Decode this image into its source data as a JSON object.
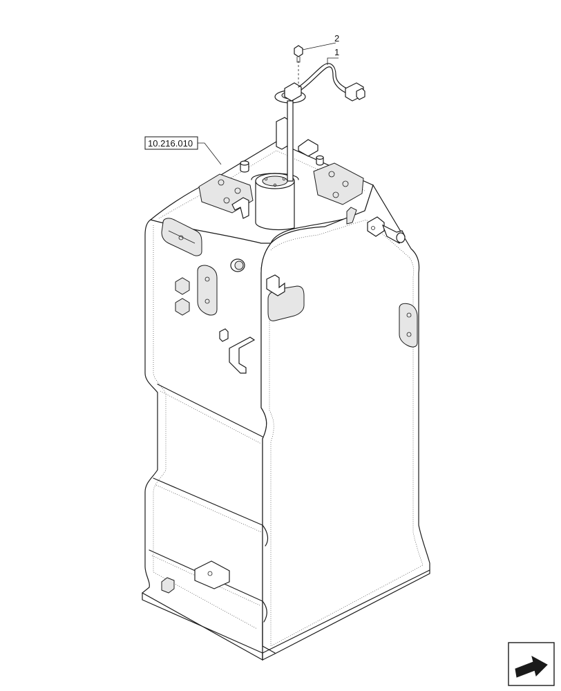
{
  "callouts": {
    "item_1": "1",
    "item_2": "2",
    "reference": "10.216.010"
  },
  "icons": {
    "navigation": "arrow-icon"
  }
}
